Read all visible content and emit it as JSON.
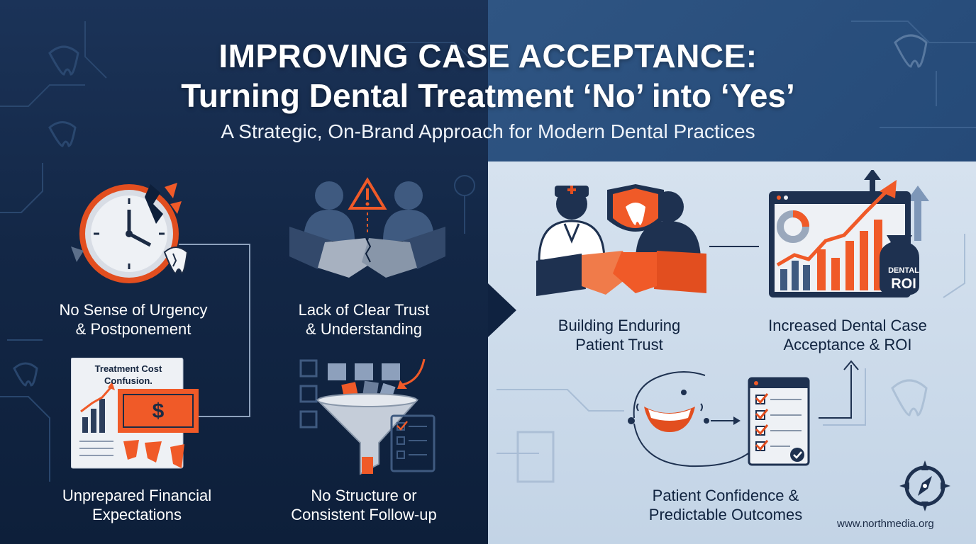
{
  "header": {
    "title_line1": "IMPROVING CASE ACCEPTANCE:",
    "title_line2": "Turning Dental Treatment ‘No’ into ‘Yes’",
    "subtitle": "A Strategic, On-Brand Approach for Modern Dental Practices"
  },
  "problems": [
    {
      "label": "No Sense of Urgency\n& Postponement",
      "icon": "broken-clock-icon"
    },
    {
      "label": "Lack of Clear Trust\n& Understanding",
      "icon": "broken-handshake-icon"
    },
    {
      "label": "Unprepared Financial\nExpectations",
      "icon": "cost-document-icon",
      "note": "Treatment Cost\nConfusion."
    },
    {
      "label": "No Structure or\nConsistent Follow-up",
      "icon": "funnel-icon"
    }
  ],
  "solutions": [
    {
      "label": "Building Enduring\nPatient Trust",
      "icon": "handshake-shield-icon"
    },
    {
      "label": "Increased Dental Case\nAcceptance & ROI",
      "icon": "growth-dashboard-icon",
      "badge_line1": "DENTAL",
      "badge_line2": "ROI"
    },
    {
      "label": "Patient Confidence &\nPredictable Outcomes",
      "icon": "smile-checklist-icon"
    }
  ],
  "footer": {
    "url": "www.northmedia.org"
  },
  "colors": {
    "accent": "#f05a28",
    "navy": "#0f2240",
    "light_panel": "#d6e2ef"
  }
}
